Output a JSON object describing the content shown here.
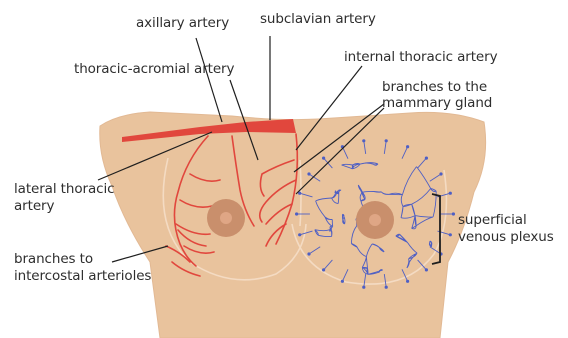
{
  "colors": {
    "skin": "#e9c39d",
    "skin_edge": "#e2b994",
    "breast_outline": "#f4dbc3",
    "areola": "#c98f6c",
    "nipple": "#dfa685",
    "artery": "#e1473d",
    "vein": "#4e5fc4",
    "leader_line": "#1f1f1f"
  },
  "labels": {
    "axillary_artery": "axillary artery",
    "subclavian_artery": "subclavian artery",
    "thoracic_acromial_artery": "thoracic-acromial artery",
    "internal_thoracic_artery": "internal thoracic artery",
    "branches_mammary_line1": "branches to the",
    "branches_mammary_line2": "mammary gland",
    "lateral_thoracic_line1": "lateral thoracic",
    "lateral_thoracic_line2": "artery",
    "intercostal_line1": "branches to",
    "intercostal_line2": "intercostal arterioles",
    "venous_line1": "superficial",
    "venous_line2": "venous plexus"
  }
}
